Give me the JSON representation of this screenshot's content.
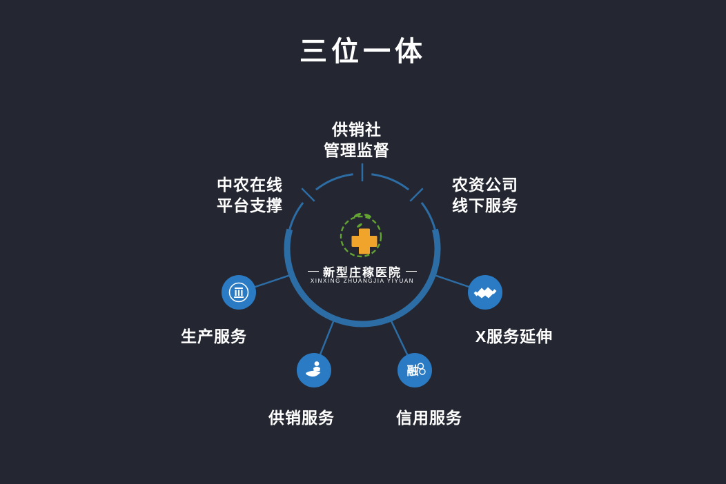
{
  "title": "三位一体",
  "center": {
    "name": "新型庄稼医院",
    "subname": "XINXING ZHUANGJIA YIYUAN"
  },
  "nodes": {
    "top": {
      "line1": "供销社",
      "line2": "管理监督"
    },
    "upper_left": {
      "line1": "中农在线",
      "line2": "平台支撑"
    },
    "upper_right": {
      "line1": "农资公司",
      "line2": "线下服务"
    },
    "left": {
      "label": "生产服务"
    },
    "right": {
      "label": "X服务延伸"
    },
    "bottom_left": {
      "label": "供销服务"
    },
    "bottom_right": {
      "label": "信用服务"
    }
  },
  "icons": {
    "left": "building-icon",
    "right": "handshake-icon",
    "bottom_left": "hand-person-icon",
    "bottom_right": "finance-icon",
    "finance_glyph": "融"
  },
  "colors": {
    "background": "#242731",
    "circle": "#2d6da6",
    "node": "#2b7bc4",
    "cross": "#f0a42c",
    "wreath": "#63a433",
    "text": "#ffffff"
  }
}
